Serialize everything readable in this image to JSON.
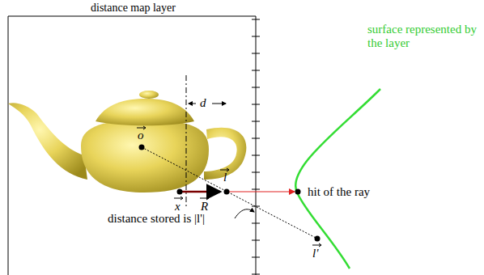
{
  "diagram": {
    "labels": [
      "distance map layer",
      "d",
      "o",
      "l",
      "x",
      "R",
      "hit of the ray",
      "surface represented by the layer",
      "l'",
      "distance stored is |l'|"
    ]
  }
}
